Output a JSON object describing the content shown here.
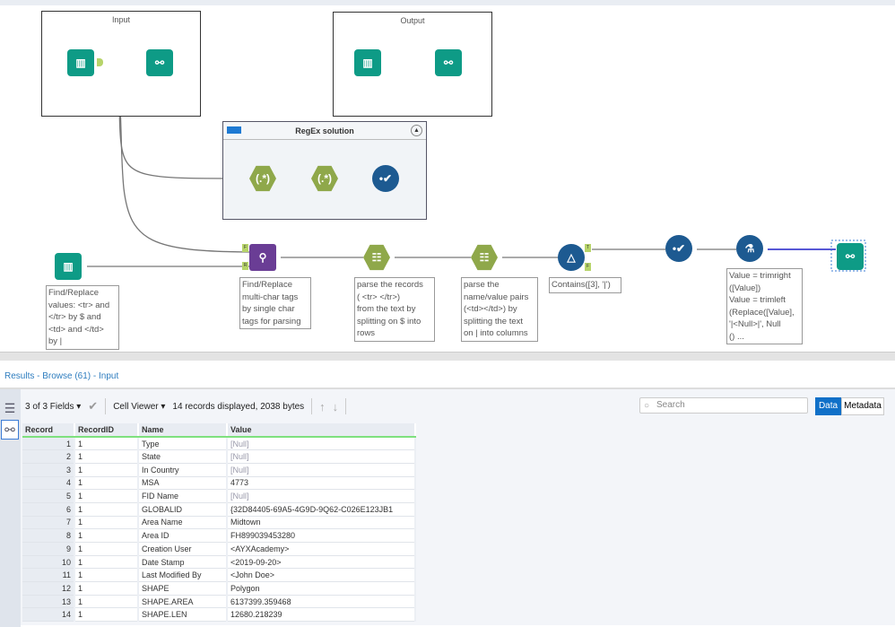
{
  "canvas": {
    "containers": {
      "input": "Input",
      "output": "Output",
      "regex": "RegEx solution"
    },
    "tools": {
      "regex_label": "(.*)",
      "anchor_f": "F",
      "anchor_r": "R",
      "anchor_t": "T",
      "anchor_false": "F"
    },
    "annotations": [
      "Find/Replace\nvalues: <tr> and\n</tr> by $ and\n<td> and </td>\nby |",
      "Find/Replace\nmulti-char tags\nby single char\ntags for parsing",
      "parse the records\n( <tr> </tr>)\nfrom the text by\nsplitting on $ into\nrows",
      "parse the\nname/value pairs\n(<td></td>) by\nsplitting the text\non | into columns",
      "Contains([3], '|')",
      "Value = trimright\n([Value])\nValue = trimleft\n(Replace([Value],\n'|<Null>|', Null\n() ..."
    ]
  },
  "results": {
    "title": "Results - Browse (61) - Input",
    "fields": "3 of 3 Fields",
    "viewer": "Cell Viewer",
    "status": "14 records displayed, 2038 bytes",
    "search_placeholder": "Search",
    "data_label": "Data",
    "metadata_label": "Metadata",
    "columns": [
      "Record",
      "RecordID",
      "Name",
      "Value"
    ],
    "rows": [
      [
        "1",
        "1",
        "Type",
        "[Null]"
      ],
      [
        "2",
        "1",
        "State",
        "[Null]"
      ],
      [
        "3",
        "1",
        "In Country",
        "[Null]"
      ],
      [
        "4",
        "1",
        "MSA",
        "4773"
      ],
      [
        "5",
        "1",
        "FID Name",
        "[Null]"
      ],
      [
        "6",
        "1",
        "GLOBALID",
        "{32D84405-69A5-4G9D-9Q62-C026E123JB1"
      ],
      [
        "7",
        "1",
        "Area Name",
        "Midtown"
      ],
      [
        "8",
        "1",
        "Area ID",
        "FH899039453280"
      ],
      [
        "9",
        "1",
        "Creation User",
        "<AYXAcademy>"
      ],
      [
        "10",
        "1",
        "Date Stamp",
        "<2019-09-20>"
      ],
      [
        "11",
        "1",
        "Last Modified By",
        "<John Doe>"
      ],
      [
        "12",
        "1",
        "SHAPE",
        "Polygon"
      ],
      [
        "13",
        "1",
        "SHAPE.AREA",
        "6137399.359468"
      ],
      [
        "14",
        "1",
        "SHAPE.LEN",
        "12680.218239"
      ]
    ]
  }
}
